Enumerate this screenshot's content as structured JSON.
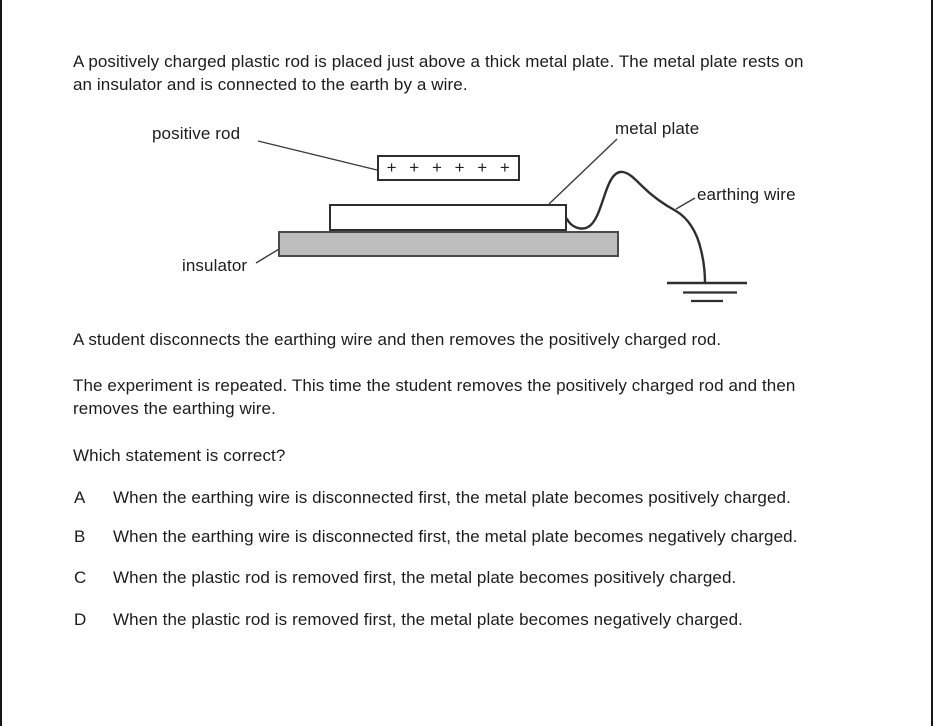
{
  "page": {
    "background": "#ffffff",
    "border_color": "#161616"
  },
  "question": {
    "intro_line1": "A positively charged plastic rod is placed just above a thick metal plate. The metal plate rests on",
    "intro_line2": "an insulator and is connected to the earth by a wire.",
    "paragraph2": "A student disconnects the earthing wire and then removes the positively charged rod.",
    "paragraph3_line1": "The experiment is repeated. This time the student removes the positively charged rod and then",
    "paragraph3_line2": "removes the earthing wire.",
    "prompt": "Which statement is correct?",
    "options": [
      {
        "letter": "A",
        "text": "When the earthing wire is disconnected first, the metal plate becomes positively charged."
      },
      {
        "letter": "B",
        "text": "When the earthing wire is disconnected first, the metal plate becomes negatively charged."
      },
      {
        "letter": "C",
        "text": "When the plastic rod is removed first, the metal plate becomes positively charged."
      },
      {
        "letter": "D",
        "text": "When the plastic rod is removed first, the metal plate becomes negatively charged."
      }
    ]
  },
  "diagram": {
    "labels": {
      "positive_rod": "positive rod",
      "metal_plate": "metal plate",
      "earthing_wire": "earthing wire",
      "insulator": "insulator"
    },
    "rod_charges": "+ + + + + +",
    "colors": {
      "insulator_fill": "#bdbdbd",
      "line": "#3a3a3a",
      "box_border": "#2e2e2e"
    }
  }
}
